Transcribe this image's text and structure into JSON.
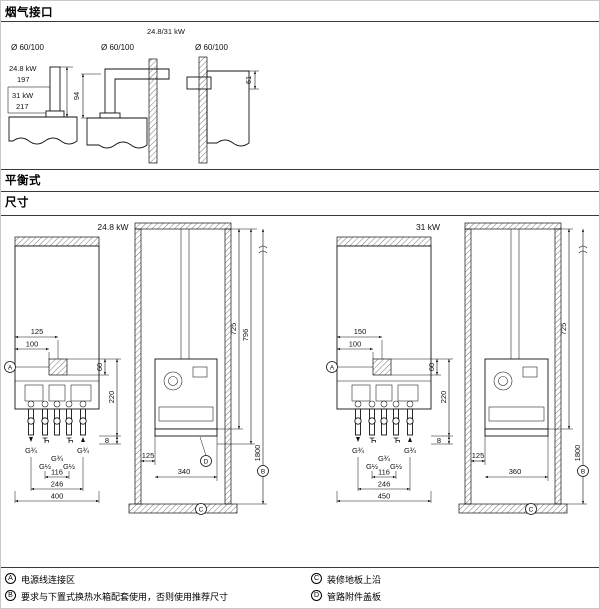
{
  "page": {
    "flue_title": "烟气接口",
    "balanced_title": "平衡式",
    "dims_title": "尺寸"
  },
  "flue": {
    "combined_kw": "24.8/31 kW",
    "dia_top": "Ø 60/100",
    "dia_side": "Ø 60/100",
    "dia_rear": "Ø 60/100",
    "kw_248": "24.8 kW",
    "h_248": "197",
    "kw_31": "31 kW",
    "h_31": "217",
    "side_offset": "94",
    "rear_offset": "61"
  },
  "left": {
    "title": "24.8 kW",
    "elec_x1": "125",
    "elec_x2": "100",
    "elec_h": "60",
    "conn_h": "220",
    "conn_gap": "8",
    "w_inner": "116",
    "w_conn": "246",
    "w_total": "400",
    "g_flow": "G¾",
    "g_gas": "G¾",
    "g_return": "G¾",
    "g_dhw": "G½",
    "g_cold": "G½",
    "niche_h1": "725",
    "niche_h2": "796",
    "front_gap": "125",
    "depth": "340",
    "niche_total": "1800"
  },
  "right": {
    "title": "31 kW",
    "elec_x1": "150",
    "elec_x2": "100",
    "elec_h": "60",
    "conn_h": "220",
    "conn_gap": "8",
    "w_inner": "116",
    "w_conn": "246",
    "w_total": "450",
    "g_flow": "G¾",
    "g_gas": "G¾",
    "g_return": "G¾",
    "g_dhw": "G½",
    "g_cold": "G½",
    "niche_h1": "725",
    "front_gap": "125",
    "depth": "360",
    "niche_total": "1800"
  },
  "callouts": {
    "a": "A",
    "b": "B",
    "c": "C",
    "d": "D"
  },
  "legend": {
    "a": "电源线连接区",
    "b": "要求与下置式换热水箱配套使用，否则使用推荐尺寸",
    "c": "装修地板上沿",
    "d": "管路附件盖板"
  }
}
